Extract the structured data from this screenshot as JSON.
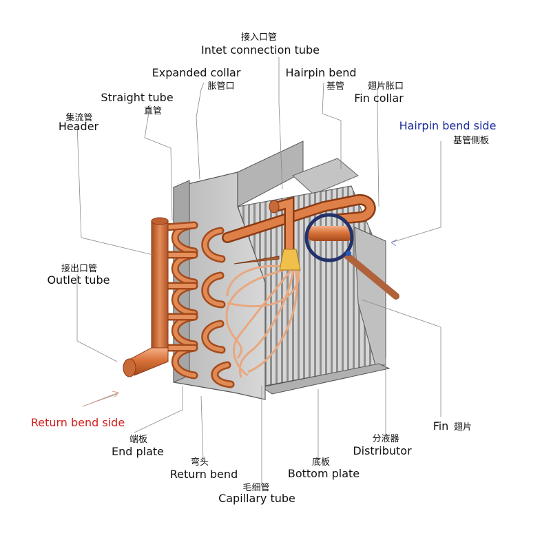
{
  "labels": {
    "inlet_cn": "接入口管",
    "inlet_en": "Intet connection tube",
    "expanded_en": "Expanded collar",
    "expanded_cn": "胀管口",
    "hairpin_en": "Hairpin bend",
    "hairpin_cn": "基管",
    "fincollar_cn": "翅片胀口",
    "fincollar_en": "Fin collar",
    "straight_en": "Straight tube",
    "straight_cn": "直管",
    "header_cn": "集流管",
    "header_en": "Header",
    "hairpinside_en": "Hairpin bend side",
    "hairpinside_cn": "基管侧板",
    "outlet_cn": "接出口管",
    "outlet_en": "Outlet tube",
    "returnside_en": "Return bend side",
    "endplate_cn": "端板",
    "endplate_en": "End plate",
    "returnbend_cn": "弯头",
    "returnbend_en": "Return bend",
    "capillary_cn": "毛细管",
    "capillary_en": "Capillary tube",
    "bottom_cn": "底板",
    "bottom_en": "Bottom plate",
    "distributor_cn": "分液器",
    "distributor_en": "Distributor",
    "fin_en": "Fin",
    "fin_cn": "翅片"
  },
  "colors": {
    "copper": "#d9733a",
    "copper_dark": "#a44a1c",
    "plate": "#c8c8c8",
    "fin": "#9a9a9a",
    "return_side": "#d0201c",
    "hairpin_side": "#1a2a9c",
    "brass": "#f0c04a"
  }
}
